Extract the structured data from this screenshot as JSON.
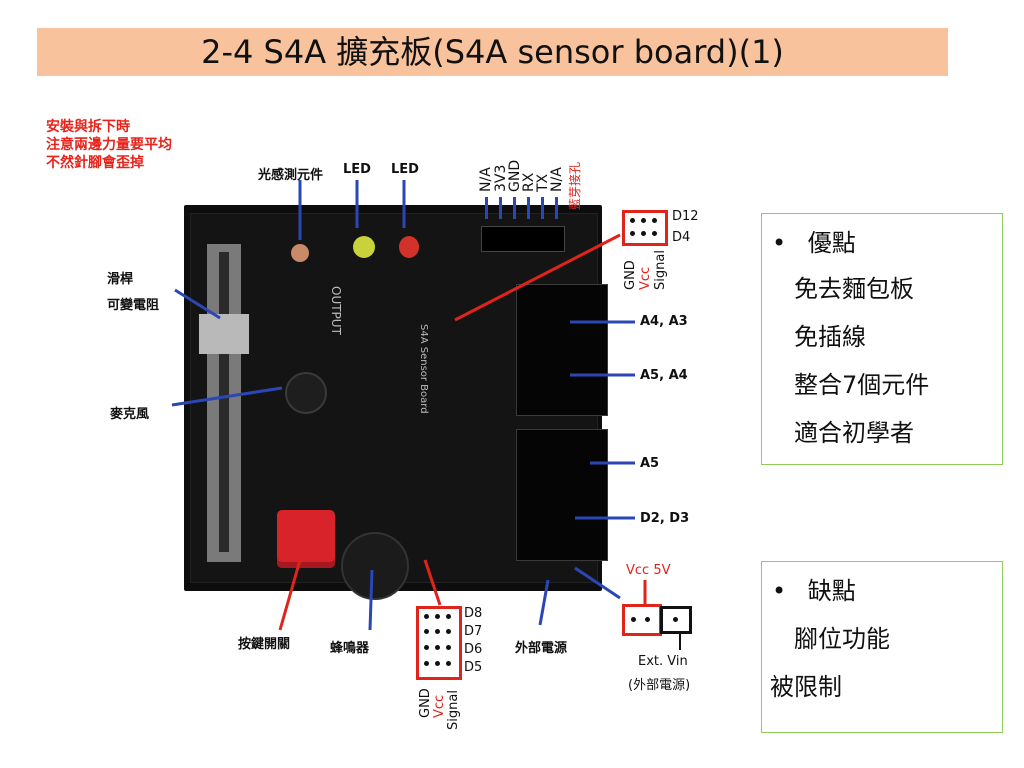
{
  "title": "2-4  S4A 擴充板(S4A sensor board)(1)",
  "warning_lines": [
    "安裝與拆下時",
    "注意兩邊力量要平均",
    "不然針腳會歪掉"
  ],
  "labels": {
    "light_sensor": "光感測元件",
    "led_1": "LED",
    "led_2": "LED",
    "slider_1": "滑桿",
    "slider_2": "可變電阻",
    "microphone": "麥克風",
    "button": "按鍵開關",
    "buzzer": "蜂鳴器",
    "external_power": "外部電源",
    "a4a3": "A4, A3",
    "a5a4": "A5, A4",
    "a5": "A5",
    "d2d3": "D2, D3",
    "vcc5v": "Vcc 5V",
    "ext_vin": "Ext. Vin",
    "ext_vin_sub": "(外部電源)"
  },
  "top_pins": [
    "N/A",
    "3V3",
    "GND",
    "RX",
    "TX",
    "N/A"
  ],
  "top_pins_note": "藍芽接孔",
  "right_header": {
    "rows": [
      "D12",
      "D4"
    ],
    "side": [
      "GND",
      "Vcc",
      "Signal"
    ]
  },
  "bottom_header": {
    "rows": [
      "D8",
      "D7",
      "D6",
      "D5"
    ],
    "side": [
      "GND",
      "Vcc",
      "Signal"
    ]
  },
  "board_silk": {
    "text1": "S4A Sensor Board",
    "text2": "OUTPUT"
  },
  "pros": {
    "bullet": "•",
    "title": "優點",
    "items": [
      "免去麵包板",
      "免插線",
      "整合7個元件",
      "適合初學者"
    ]
  },
  "cons": {
    "bullet": "•",
    "title": "缺點",
    "items": [
      "腳位功能",
      "被限制"
    ]
  },
  "colors": {
    "title_bg": "#f8c39c",
    "accent_red": "#e0231b",
    "line_blue": "#2b46b5",
    "card_border": "#8fcc5a"
  }
}
